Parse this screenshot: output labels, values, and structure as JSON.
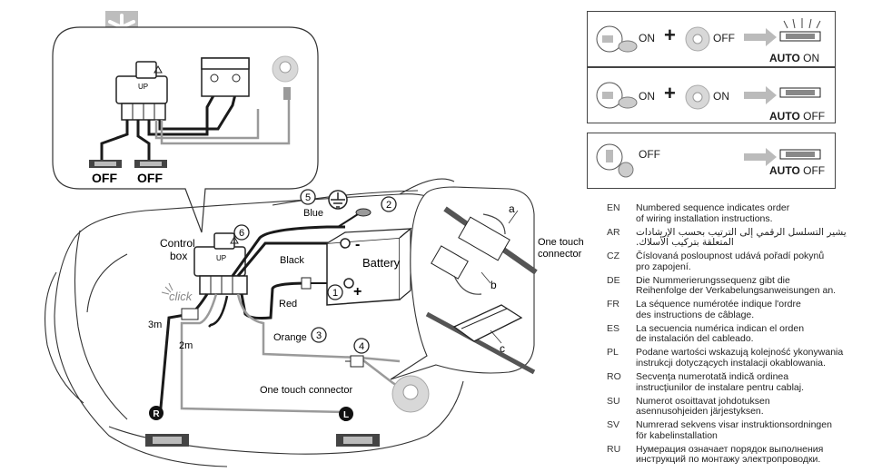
{
  "top_left_icon": "snowflake-icon",
  "inset": {
    "off_left": "OFF",
    "off_right": "OFF",
    "up_label": "UP"
  },
  "labels": {
    "control_box_line1": "Control",
    "control_box_line2": "box",
    "up": "UP",
    "click": "click",
    "blue": "Blue",
    "black": "Black",
    "battery": "Battery",
    "red": "Red",
    "orange": "Orange",
    "len_3m": "3m",
    "len_2m": "2m",
    "one_touch_connector_bottom": "One touch connector",
    "one_touch_line1": "One touch",
    "one_touch_line2": "connector",
    "detail_a": "a",
    "detail_b": "b",
    "detail_c": "c",
    "minus": "-",
    "plus": "+",
    "marker_r": "R",
    "marker_l": "L"
  },
  "steps": [
    "1",
    "2",
    "3",
    "4",
    "5",
    "6"
  ],
  "panels": [
    {
      "key_state": "ON",
      "light_state": "OFF",
      "result_bold": "AUTO",
      "result_state": "ON"
    },
    {
      "key_state": "ON",
      "light_state": "ON",
      "result_bold": "AUTO",
      "result_state": "OFF"
    },
    {
      "key_state": "OFF",
      "result_bold": "AUTO",
      "result_state": "OFF"
    }
  ],
  "panel_plus": "+",
  "languages": [
    {
      "code": "EN",
      "text": "Numbered sequence indicates order\nof wiring installation instructions."
    },
    {
      "code": "AR",
      "text": "يشير التسلسل الرقمي إلى الترتيب بحسب الإرشادات\nالمتعلقة بتركيب الأسلاك.",
      "rtl": true
    },
    {
      "code": "CZ",
      "text": "Číslovaná posloupnost udává pořadí pokynů\npro zapojení."
    },
    {
      "code": "DE",
      "text": "Die Nummerierungssequenz gibt die\nReihenfolge der Verkabelungsanweisungen an."
    },
    {
      "code": "FR",
      "text": "La séquence numérotée indique l'ordre\ndes instructions de câblage."
    },
    {
      "code": "ES",
      "text": "La secuencia numérica indican el orden\nde instalación del cableado."
    },
    {
      "code": "PL",
      "text": "Podane wartości wskazują kolejność ykonywania\ninstrukcji dotyczących instalacji okablowania."
    },
    {
      "code": "RO",
      "text": "Secvenţa numerotată indică ordinea\ninstrucţiunilor de instalare pentru cablaj."
    },
    {
      "code": "SU",
      "text": "Numerot osoittavat johdotuksen\nasennusohjeiden järjestyksen."
    },
    {
      "code": "SV",
      "text": "Numrerad sekvens visar instruktionsordningen\nför kabelinstallation"
    },
    {
      "code": "RU",
      "text": "Нумерация означает порядок выполнения\nинструкций по монтажу электропроводки."
    }
  ],
  "colors": {
    "wire_black": "#1a1a1a",
    "wire_grey": "#9a9a9a",
    "line": "#333333",
    "light_bulb": "#d8d8d8",
    "snowflake_bg": "#bdbdbd"
  }
}
